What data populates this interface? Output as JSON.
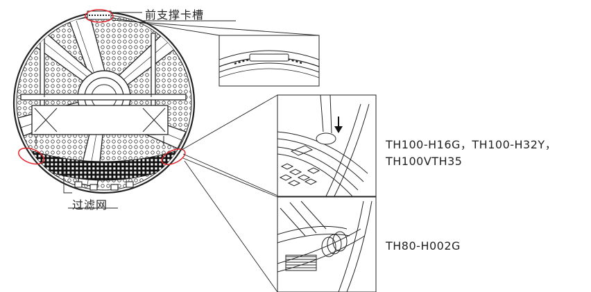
{
  "labels": {
    "front_support_slot": "前支撑卡槽",
    "filter": "过滤网"
  },
  "models": {
    "group_1_line_1": "TH100-H16G，TH100-H32Y，",
    "group_1_line_2": "TH100VTH35",
    "group_2": "TH80-H002G"
  },
  "colors": {
    "line": "#222222",
    "highlight": "#e0262c",
    "background": "#ffffff"
  }
}
